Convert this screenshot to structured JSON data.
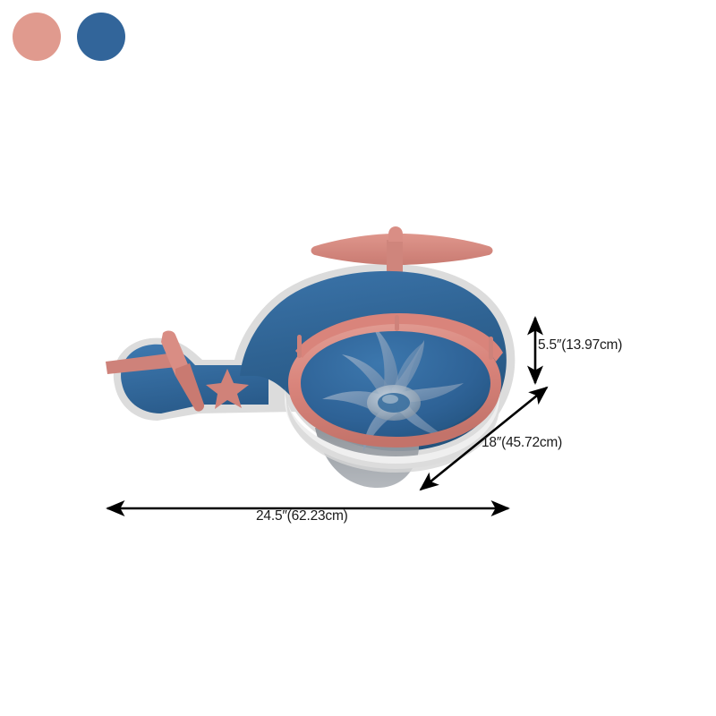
{
  "page": {
    "background_color": "#ffffff",
    "product_name": "airplane-ceiling-fan-light"
  },
  "swatches": {
    "label": "available-finishes",
    "items": [
      {
        "name": "pink",
        "color": "#E09A8E"
      },
      {
        "name": "blue",
        "color": "#32659A"
      }
    ]
  },
  "product": {
    "type": "airplane-shaped ceiling fan",
    "colors": {
      "body_blue": "#2C5E8E",
      "body_blue_light": "#3A72A8",
      "body_blue_dark": "#24537D",
      "accent_pink": "#D9847B",
      "accent_pink_light": "#E09A90",
      "accent_pink_dark": "#C4756C",
      "outline_grey": "#DCDCDC",
      "shadow_grey": "#8C9196",
      "blade_blue": "#7E97B4",
      "hub_grey": "#B9C3CC"
    },
    "parts": [
      "top-propeller",
      "fuselage-body",
      "tail-fin",
      "star-emblem",
      "fan-ring",
      "fan-blades",
      "fan-hub",
      "base-shadow"
    ]
  },
  "dimensions": {
    "line_color": "#000000",
    "height": {
      "name": "height-dimension",
      "text": "5.5″(13.97cm)",
      "inches": 5.5,
      "cm": 13.97,
      "orientation": "vertical"
    },
    "depth": {
      "name": "depth-dimension",
      "text": "18″(45.72cm)",
      "inches": 18,
      "cm": 45.72,
      "orientation": "diagonal"
    },
    "width": {
      "name": "width-dimension",
      "text": "24.5″(62.23cm)",
      "inches": 24.5,
      "cm": 62.23,
      "orientation": "horizontal"
    }
  }
}
